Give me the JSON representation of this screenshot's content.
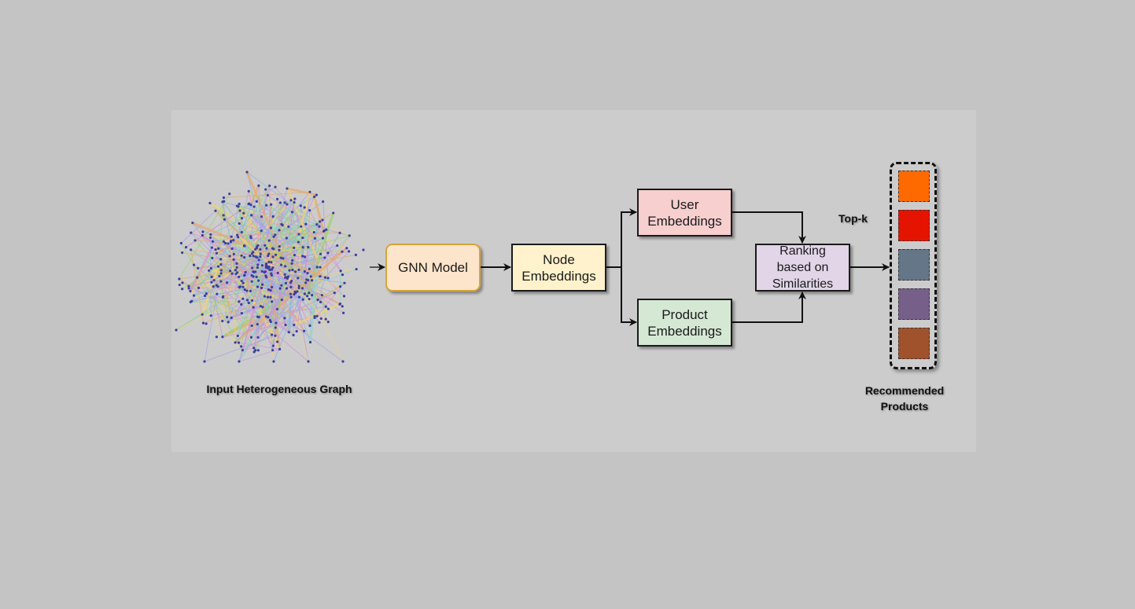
{
  "graph": {
    "caption": "Input Heterogeneous Graph"
  },
  "gnn_model": {
    "label": "GNN Model"
  },
  "node_embeddings": {
    "label": "Node\nEmbeddings"
  },
  "user_embeddings": {
    "label": "User\nEmbeddings"
  },
  "product_embeddings": {
    "label": "Product\nEmbeddings"
  },
  "ranking": {
    "label": "Ranking\nbased on\nSimilarities"
  },
  "topk": {
    "label": "Top-k"
  },
  "recommended": {
    "caption": "Recommended\nProducts",
    "item_colors": [
      "#ff6a00",
      "#e51400",
      "#647687",
      "#76608a",
      "#a0522d"
    ]
  },
  "colors": {
    "panel": "#cccccc",
    "background": "#c4c4c4",
    "gnn_fill": "#fde5cb",
    "node_fill": "#fff2cc",
    "user_fill": "#f7cfcf",
    "product_fill": "#d5e8d4",
    "ranking_fill": "#e1d5e7"
  }
}
